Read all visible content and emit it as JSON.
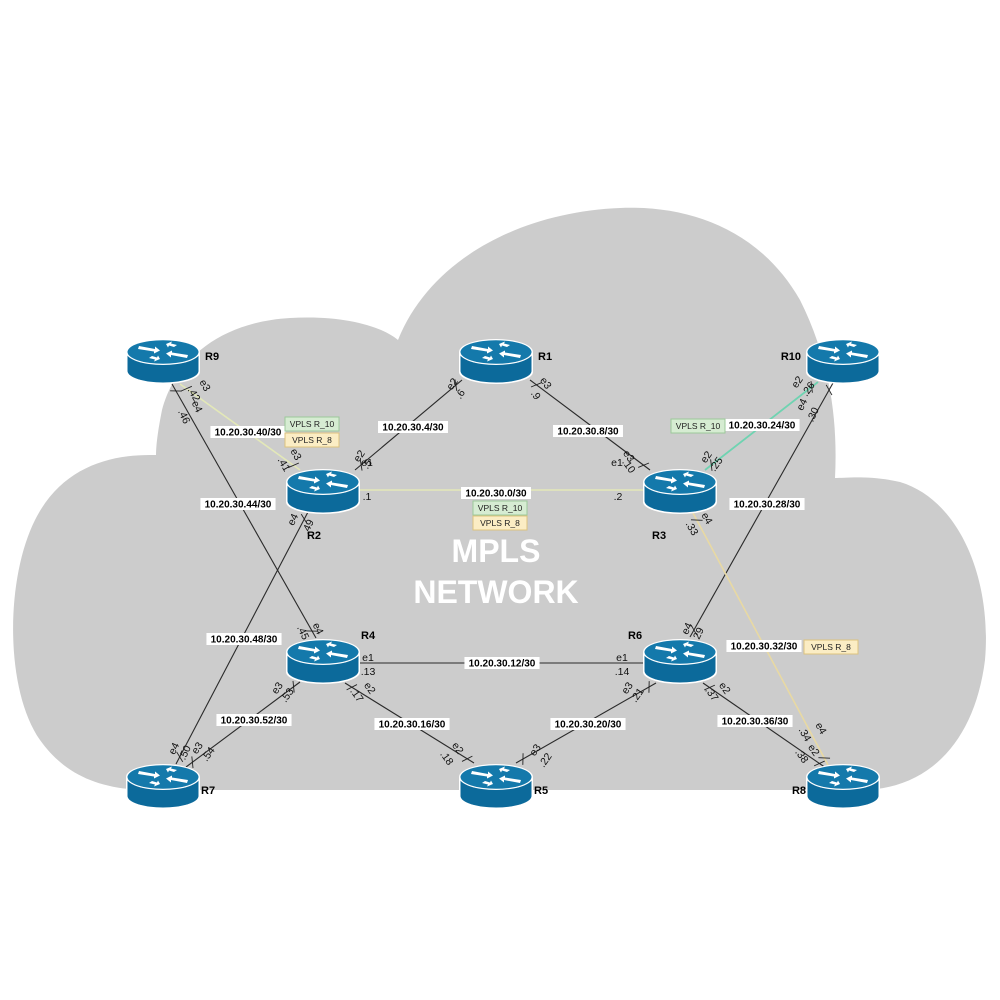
{
  "title": {
    "line1": "MPLS",
    "line2": "NETWORK"
  },
  "colors": {
    "cloud": "#cccccc",
    "router_body": "#0c6a9b",
    "router_top": "#1479ab",
    "router_rim": "#ffffff",
    "link_default": "#2a2a2a",
    "link_vpls_r8": "#e8d9a3",
    "link_vpls_r10": "#6fd3b1",
    "link_vpls_both": "#e3e8b8",
    "tag_r10_fill": "#d6ecd2",
    "tag_r10_border": "#9cc99a",
    "tag_r8_fill": "#fbedc4",
    "tag_r8_border": "#dcc27e"
  },
  "routers": [
    {
      "id": "R1",
      "name": "R1",
      "icon": "router-icon"
    },
    {
      "id": "R2",
      "name": "R2",
      "icon": "router-icon"
    },
    {
      "id": "R3",
      "name": "R3",
      "icon": "router-icon"
    },
    {
      "id": "R4",
      "name": "R4",
      "icon": "router-icon"
    },
    {
      "id": "R5",
      "name": "R5",
      "icon": "router-icon"
    },
    {
      "id": "R6",
      "name": "R6",
      "icon": "router-icon"
    },
    {
      "id": "R7",
      "name": "R7",
      "icon": "router-icon"
    },
    {
      "id": "R8",
      "name": "R8",
      "icon": "router-icon"
    },
    {
      "id": "R9",
      "name": "R9",
      "icon": "router-icon"
    },
    {
      "id": "R10",
      "name": "R10",
      "icon": "router-icon"
    }
  ],
  "links": [
    {
      "id": "l-r2-r3",
      "a": "R2",
      "b": "R3",
      "subnet": "10.20.30.0/30",
      "a_if": "e1",
      "a_ip": ".1",
      "b_if": "e1",
      "b_ip": ".2",
      "vpls": [
        "VPLS R_10",
        "VPLS R_8"
      ],
      "style": "vpls_both"
    },
    {
      "id": "l-r2-r1",
      "a": "R2",
      "b": "R1",
      "subnet": "10.20.30.4/30",
      "a_if": "e2",
      "a_ip": ".5",
      "b_if": "e2",
      "b_ip": ".6",
      "vpls": [],
      "style": "default"
    },
    {
      "id": "l-r1-r3",
      "a": "R1",
      "b": "R3",
      "subnet": "10.20.30.8/30",
      "a_if": "e3",
      "a_ip": ".9",
      "b_if": "e3",
      "b_ip": ".10",
      "vpls": [],
      "style": "default"
    },
    {
      "id": "l-r4-r6",
      "a": "R4",
      "b": "R6",
      "subnet": "10.20.30.12/30",
      "a_if": "e1",
      "a_ip": ".13",
      "b_if": "e1",
      "b_ip": ".14",
      "vpls": [],
      "style": "default"
    },
    {
      "id": "l-r4-r5",
      "a": "R4",
      "b": "R5",
      "subnet": "10.20.30.16/30",
      "a_if": "e2",
      "a_ip": ".17",
      "b_if": "e2",
      "b_ip": ".18",
      "vpls": [],
      "style": "default"
    },
    {
      "id": "l-r6-r5",
      "a": "R6",
      "b": "R5",
      "subnet": "10.20.30.20/30",
      "a_if": "e3",
      "a_ip": ".21",
      "b_if": "e3",
      "b_ip": ".22",
      "vpls": [],
      "style": "default"
    },
    {
      "id": "l-r3-r10",
      "a": "R3",
      "b": "R10",
      "subnet": "10.20.30.24/30",
      "a_if": "e2",
      "a_ip": ".25",
      "b_if": "e2",
      "b_ip": ".26",
      "vpls": [
        "VPLS R_10"
      ],
      "style": "vpls_r10"
    },
    {
      "id": "l-r6-r10",
      "a": "R6",
      "b": "R10",
      "subnet": "10.20.30.28/30",
      "a_if": "e4",
      "a_ip": ".29",
      "b_if": "e4",
      "b_ip": ".30",
      "vpls": [],
      "style": "default"
    },
    {
      "id": "l-r3-r8",
      "a": "R3",
      "b": "R8",
      "subnet": "10.20.30.32/30",
      "a_if": "e4",
      "a_ip": ".33",
      "b_if": "e4",
      "b_ip": ".34",
      "vpls": [
        "VPLS R_8"
      ],
      "style": "vpls_r8"
    },
    {
      "id": "l-r6-r8",
      "a": "R6",
      "b": "R8",
      "subnet": "10.20.30.36/30",
      "a_if": "e2",
      "a_ip": ".37",
      "b_if": "e2",
      "b_ip": ".38",
      "vpls": [],
      "style": "default"
    },
    {
      "id": "l-r2-r9",
      "a": "R2",
      "b": "R9",
      "subnet": "10.20.30.40/30",
      "a_if": "e3",
      "a_ip": ".41",
      "b_if": "e3",
      "b_ip": ".42",
      "vpls": [
        "VPLS R_10",
        "VPLS R_8"
      ],
      "style": "vpls_both"
    },
    {
      "id": "l-r4-r9",
      "a": "R4",
      "b": "R9",
      "subnet": "10.20.30.44/30",
      "a_if": "e4",
      "a_ip": ".45",
      "b_if": "e4",
      "b_ip": ".46",
      "vpls": [],
      "style": "default"
    },
    {
      "id": "l-r2-r7",
      "a": "R2",
      "b": "R7",
      "subnet": "10.20.30.48/30",
      "a_if": "e4",
      "a_ip": ".49",
      "b_if": "e4",
      "b_ip": ".50",
      "vpls": [],
      "style": "default"
    },
    {
      "id": "l-r4-r7",
      "a": "R4",
      "b": "R7",
      "subnet": "10.20.30.52/30",
      "a_if": "e3",
      "a_ip": ".53",
      "b_if": "e3",
      "b_ip": ".54",
      "vpls": [],
      "style": "default"
    }
  ]
}
